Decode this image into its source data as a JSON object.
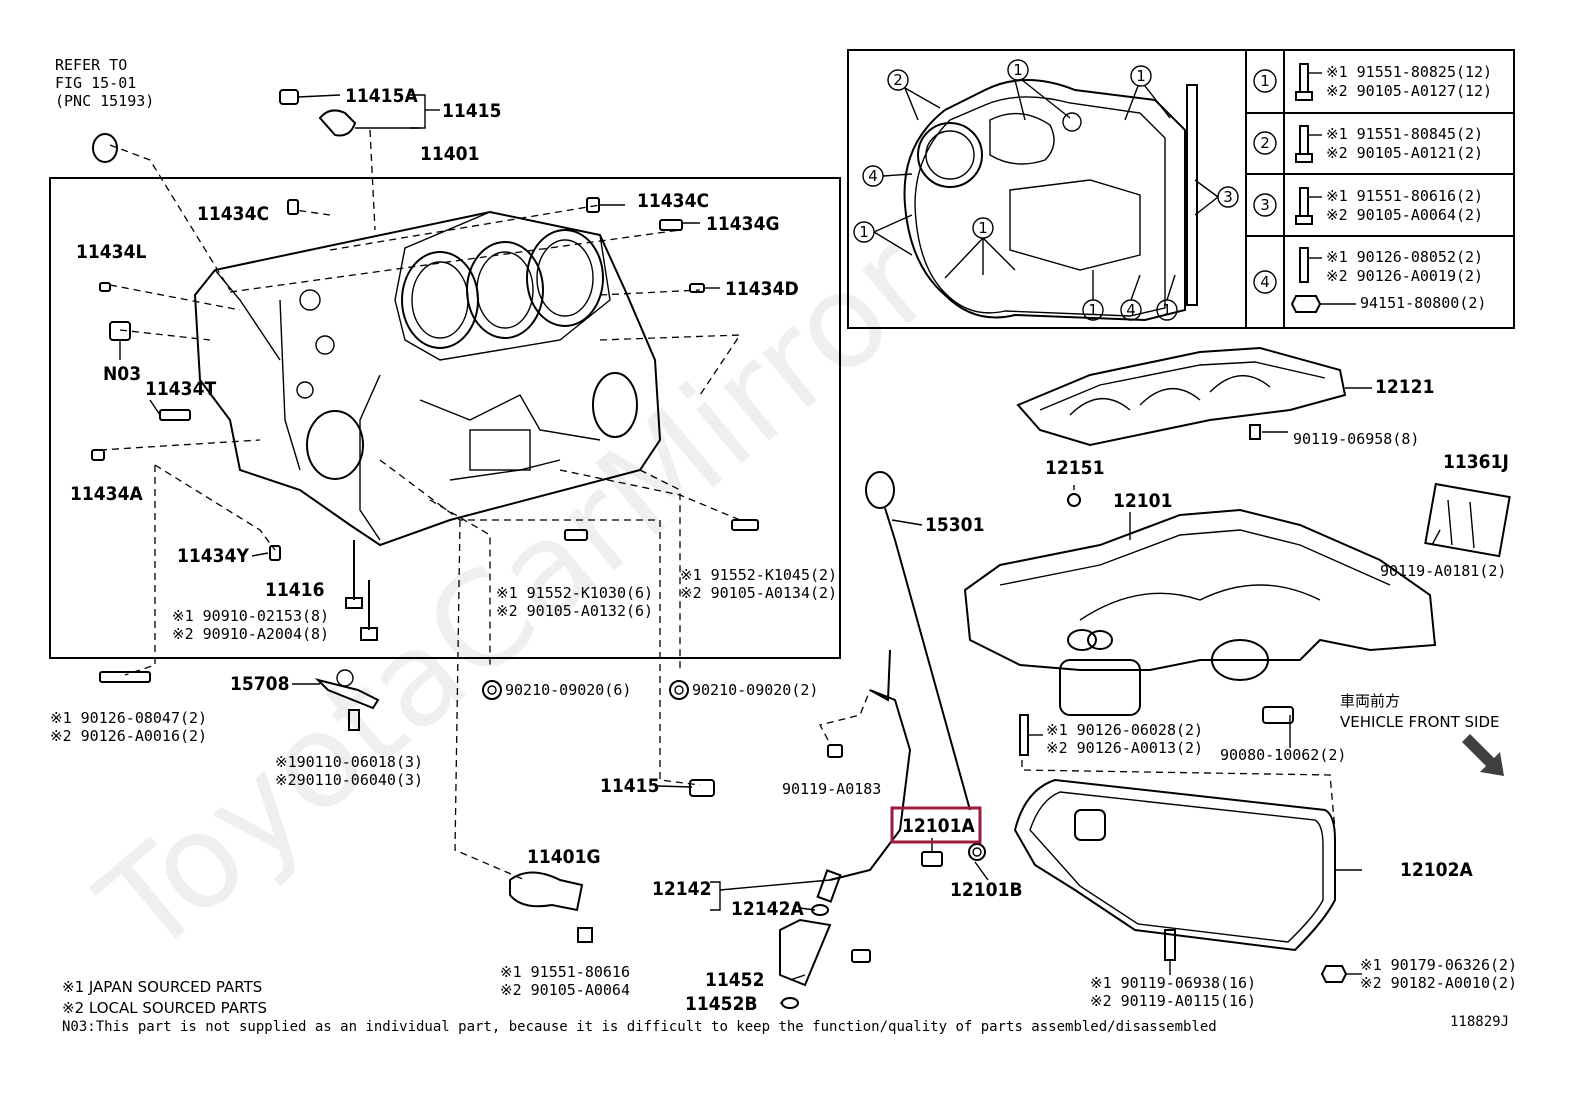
{
  "watermark": "ToyotaCarMirror",
  "diagram_id": "118829J",
  "refer": [
    "REFER TO",
    "FIG 15-01",
    "(PNC 15193)"
  ],
  "labels": {
    "p11415A": "11415A",
    "p11415": "11415",
    "p11401": "11401",
    "p11434C_a": "11434C",
    "p11434C_b": "11434C",
    "p11434G": "11434G",
    "p11434L": "11434L",
    "p11434D": "11434D",
    "pN03": "N03",
    "p11434T": "11434T",
    "p11434A": "11434A",
    "p11434Y": "11434Y",
    "p11416": "11416",
    "p15708": "15708",
    "p11415_b": "11415",
    "p11401G": "11401G",
    "p12142": "12142",
    "p12142A": "12142A",
    "p11452": "11452",
    "p11452B": "11452B",
    "p15301": "15301",
    "p12101A": "12101A",
    "p12101B": "12101B",
    "p12121": "12121",
    "p12151": "12151",
    "p12101": "12101",
    "p11361J": "11361J",
    "p12102A": "12102A"
  },
  "small": {
    "s90119_06958": "90119-06958(8)",
    "s90119_A0181": "90119-A0181(2)",
    "s90119_A0183": "90119-A0183",
    "s90080_10062": "90080-10062(2)",
    "s90210_a": "90210-09020(6)",
    "s90210_b": "90210-09020(2)",
    "vehicle_jp": "車両前方",
    "vehicle_en": "VEHICLE FRONT SIDE"
  },
  "pairs": {
    "k1030": [
      "※1 91552-K1030(6)",
      "※2 90105-A0132(6)"
    ],
    "k1045": [
      "※1 91552-K1045(2)",
      "※2 90105-A0134(2)"
    ],
    "b02153": [
      "※1 90910-02153(8)",
      "※2 90910-A2004(8)"
    ],
    "s08047": [
      "※1 90126-08047(2)",
      "※2 90126-A0016(2)"
    ],
    "b06018": [
      "※190110-06018(3)",
      "※290110-06040(3)"
    ],
    "b80616": [
      "※1 91551-80616",
      "※2 90105-A0064"
    ],
    "s06028": [
      "※1 90126-06028(2)",
      "※2 90126-A0013(2)"
    ],
    "b06938": [
      "※1 90119-06938(16)",
      "※2 90119-A0115(16)"
    ],
    "n06326": [
      "※1 90179-06326(2)",
      "※2 90182-A0010(2)"
    ]
  },
  "table": [
    {
      "num": "1",
      "lines": [
        "※1 91551-80825(12)",
        "※2 90105-A0127(12)"
      ]
    },
    {
      "num": "2",
      "lines": [
        "※1 91551-80845(2)",
        "※2 90105-A0121(2)"
      ]
    },
    {
      "num": "3",
      "lines": [
        "※1 91551-80616(2)",
        "※2 90105-A0064(2)"
      ]
    },
    {
      "num": "4",
      "lines": [
        "※1 90126-08052(2)",
        "※2 90126-A0019(2)",
        "94151-80800(2)"
      ]
    }
  ],
  "notes": [
    "※1 JAPAN SOURCED PARTS",
    "※2 LOCAL SOURCED PARTS",
    "N03:This part is not supplied as an individual part, because it is difficult to keep the function/quality of parts assembled/disassembled"
  ],
  "highlight_color": "#9b1b3a"
}
